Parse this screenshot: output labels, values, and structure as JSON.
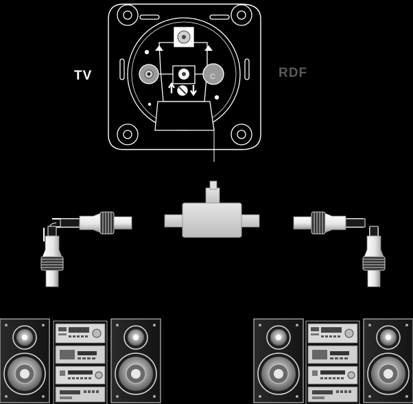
{
  "labels": {
    "tv": "TV",
    "rdf": "RDF",
    "radio_port_letter": "C"
  },
  "icons": {
    "wall_outlet": "antenna-wall-outlet-icon",
    "splitter": "coax-splitter-icon",
    "coax_plug": "coax-plug-icon",
    "stereo": "hifi-stereo-system-icon"
  },
  "colors": {
    "background": "#000000",
    "line": "#ffffff",
    "rdf_label": "#5a5a5a",
    "port_fill": "#9a9a9a"
  }
}
